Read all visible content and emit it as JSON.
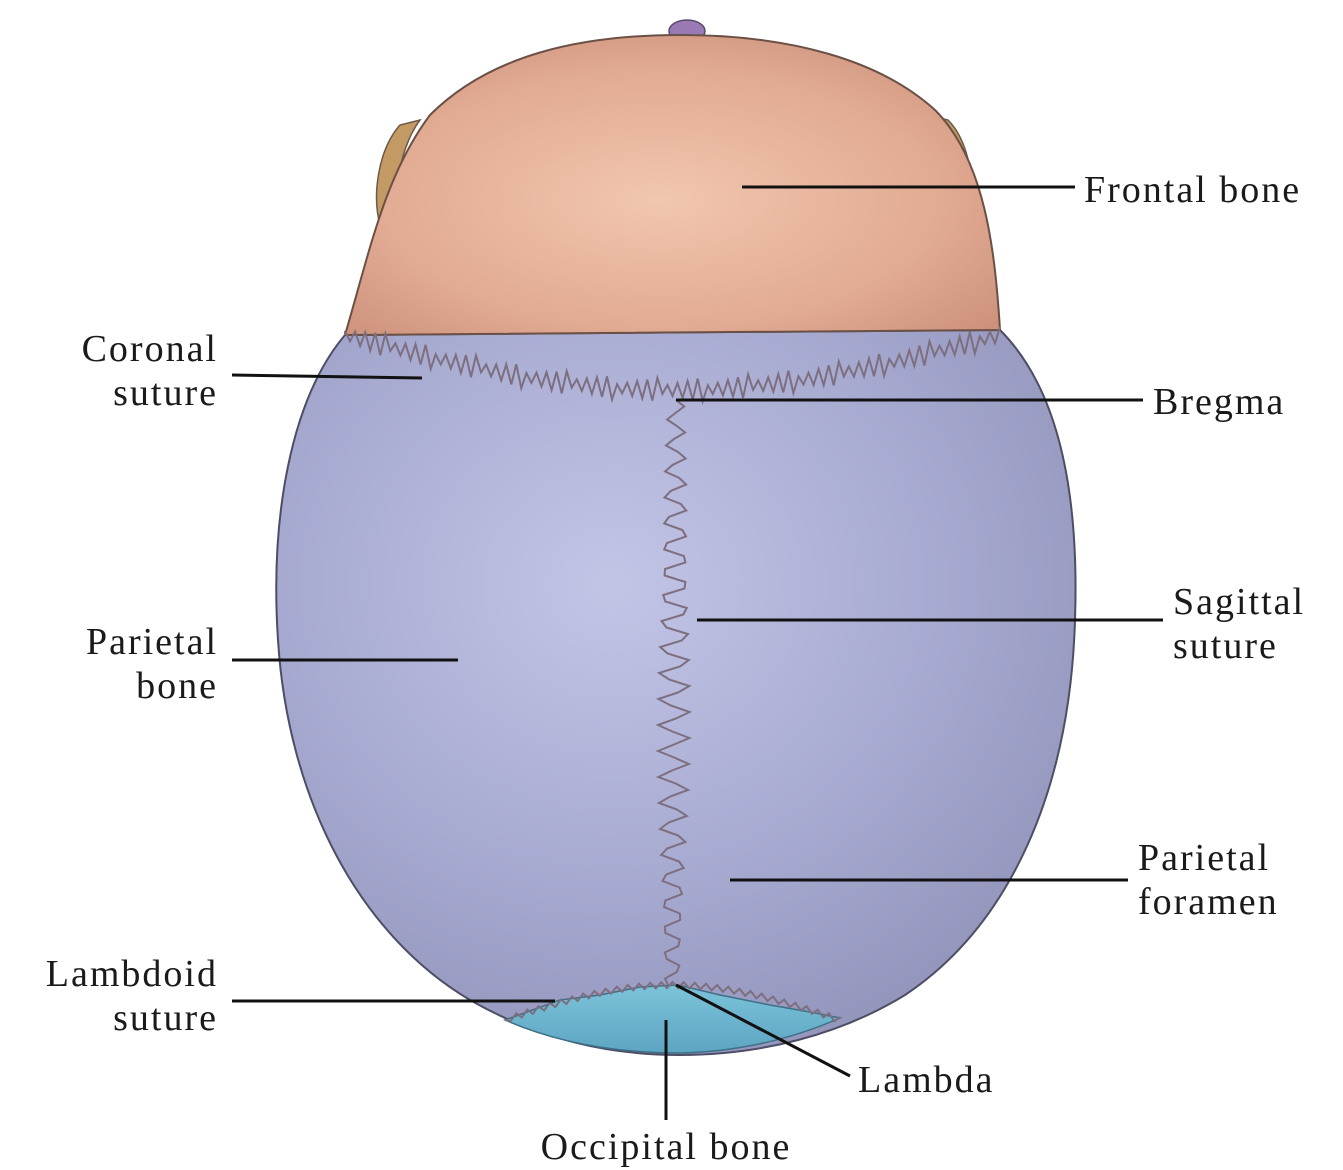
{
  "labels": {
    "frontal_bone": "Frontal bone",
    "coronal_suture": [
      "Coronal",
      "suture"
    ],
    "bregma": "Bregma",
    "sagittal_suture": [
      "Sagittal",
      "suture"
    ],
    "parietal_bone": [
      "Parietal",
      "bone"
    ],
    "parietal_foramen": [
      "Parietal",
      "foramen"
    ],
    "lambdoid_suture": [
      "Lambdoid",
      "suture"
    ],
    "lambda": "Lambda",
    "occipital_bone": "Occipital bone"
  },
  "colors": {
    "frontal": "#dba58c",
    "parietal": "#a9acd0",
    "occipital": "#6fb6cf",
    "suture": "#7d6f7f",
    "leader": "#111111"
  }
}
